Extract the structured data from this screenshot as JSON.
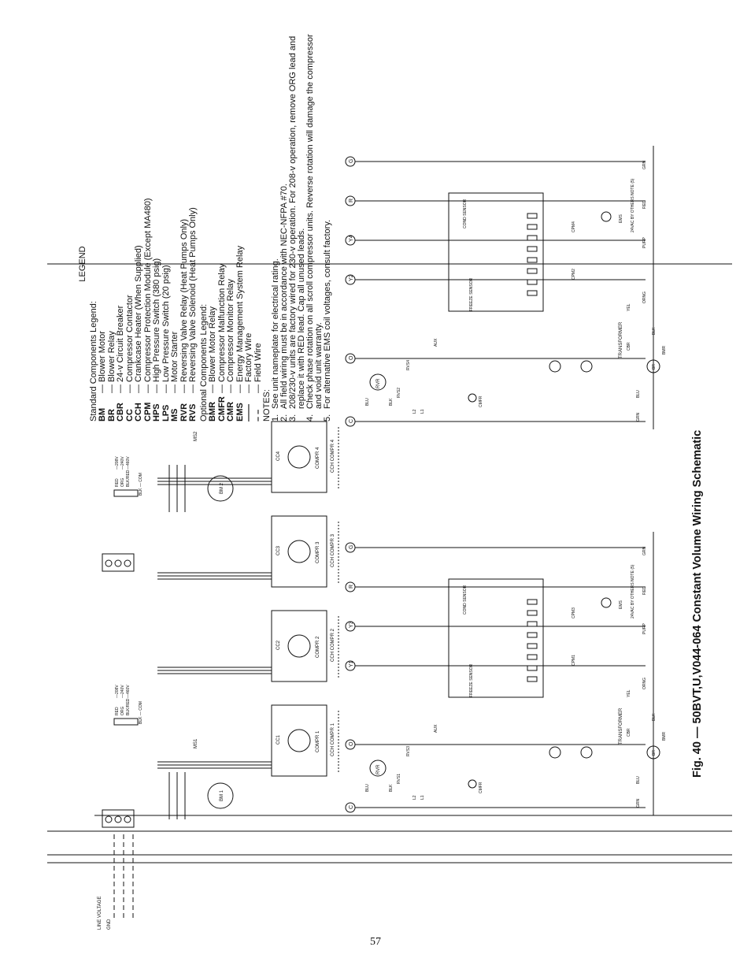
{
  "legend": {
    "title": "LEGEND",
    "standard_heading": "Standard Components Legend:",
    "standard": [
      {
        "abbr": "BM",
        "desc": "— Blower Motor"
      },
      {
        "abbr": "BR",
        "desc": "— Blower Relay"
      },
      {
        "abbr": "CBR",
        "desc": "— 24-v Circuit Breaker"
      },
      {
        "abbr": "CC",
        "desc": "— Compressor Contactor"
      },
      {
        "abbr": "CCH",
        "desc": "— Crankcase Heater (When Supplied)"
      },
      {
        "abbr": "CPM",
        "desc": "— Compressor Protection Module (Except MA480)"
      },
      {
        "abbr": "HPS",
        "desc": "— High Pressure Switch (380 psig)"
      },
      {
        "abbr": "LPS",
        "desc": "— Low Pressure Switch (20 psig)"
      },
      {
        "abbr": "MS",
        "desc": "— Motor Starter"
      },
      {
        "abbr": "RVR",
        "desc": "— Reversing Valve Relay (Heat Pumps Only)"
      },
      {
        "abbr": "RVS",
        "desc": "— Reversing Valve Solenoid (Heat Pumps Only)"
      }
    ],
    "optional_heading": "Optional Components Legend:",
    "optional": [
      {
        "abbr": "BMR",
        "desc": "— Blower Motor Relay"
      },
      {
        "abbr": "CMFR",
        "desc": "— Compressor Malfunction Relay"
      },
      {
        "abbr": "CMR",
        "desc": "— Compressor Monitor Relay"
      },
      {
        "abbr": "EMS",
        "desc": "— Energy Management System Relay"
      }
    ],
    "wires": [
      {
        "abbr": "——",
        "desc": "— Factory Wire"
      },
      {
        "abbr": "– –",
        "desc": "— Field Wire"
      }
    ]
  },
  "notes": {
    "title": "NOTES:",
    "items": [
      {
        "num": "1.",
        "text": "See unit nameplate for electrical rating."
      },
      {
        "num": "2.",
        "text": "All field wiring must be in accordance with NEC-NFPA #70."
      },
      {
        "num": "3.",
        "text": "208/230-v units are factory wired for 230-v operation. For 208-v operation, remove ORG lead and replace it with RED lead. Cap all unused leads."
      },
      {
        "num": "4.",
        "text": "Check phase rotation on all scroll compressor units. Reverse rotation will damage the compressor and void unit warranty."
      },
      {
        "num": "5.",
        "text": "For alternative EMS coil voltages, consult factory."
      }
    ]
  },
  "caption": "Fig. 40 — 50BVT,U,V044-064 Constant Volume Wiring Schematic",
  "page_number": "57",
  "schematic": {
    "gnd": "GND",
    "line_voltage": "LINE VOLTAGE",
    "terminals_left": [
      "C",
      "O",
      "Y1",
      "Y3",
      "R",
      "G"
    ],
    "terminals_right": [
      "C",
      "O",
      "Y2",
      "Y4",
      "R",
      "G"
    ],
    "wire_colors": {
      "blu": "BLU",
      "blk": "BLK",
      "orng": "ORNG",
      "purp": "PURP",
      "red": "RED",
      "grn": "GRN",
      "yel": "YEL"
    },
    "motors": [
      "BM 1",
      "BM 2"
    ],
    "compressors": [
      "COMPR 1",
      "COMPR 2",
      "COMPR 3",
      "COMPR 4"
    ],
    "crankcase": [
      "CCH  COMPR 1",
      "CCH  COMPR 2",
      "CCH  COMPR 3",
      "CCH  COMPR 4"
    ],
    "contactors": [
      "CC1",
      "CC2",
      "CC3",
      "CC4"
    ],
    "voltage_taps": [
      "—208V",
      "—240V",
      "—460V"
    ],
    "tap_leads": [
      "RED",
      "ORG",
      "BLK/RED"
    ],
    "misc": {
      "transformer": "TRANSFORMER",
      "cbr": "CBR",
      "br": "BR",
      "bmr": "BMR",
      "rvr": "RVR",
      "rvs1": "RVS1",
      "rvs2": "RVS2",
      "rvs3": "RVS3",
      "rvs4": "RVS4",
      "ms1": "MS1",
      "ms2": "MS2",
      "aux": "AUX",
      "l1": "L1",
      "l2": "L2",
      "ems": "EMS",
      "ems_note": "24VAC BY OTHERS NOTE (5)",
      "freeze": "FREEZE SENSOR",
      "cond": "COND SENSOR",
      "cpm1": "CPM1",
      "cpm2": "CPM2",
      "cpm3": "CPM3",
      "cpm4": "CPM4",
      "cmfr": "CMFR",
      "blk_com": "BLK — COM"
    }
  }
}
